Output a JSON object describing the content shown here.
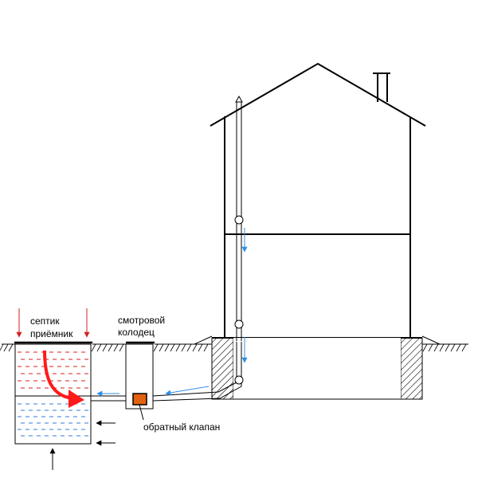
{
  "labels": {
    "septic_line1": "септик",
    "septic_line2": "приёмник",
    "well_line1": "смотровой",
    "well_line2": "колодец",
    "valve": "обратный клапан"
  },
  "colors": {
    "outline": "#000000",
    "red_water": "#d41f1f",
    "blue_water": "#2f7fd6",
    "valve_fill": "#e2620f",
    "flow_arrow": "#2f8fe8",
    "red_arrow": "#ff1a1a",
    "hatch": "#000000"
  },
  "icons": {
    "vent_cap": "arrow-up-icon",
    "flow_arrows": "arrow-left-icon",
    "pressure_arrows": "arrow-icon"
  }
}
